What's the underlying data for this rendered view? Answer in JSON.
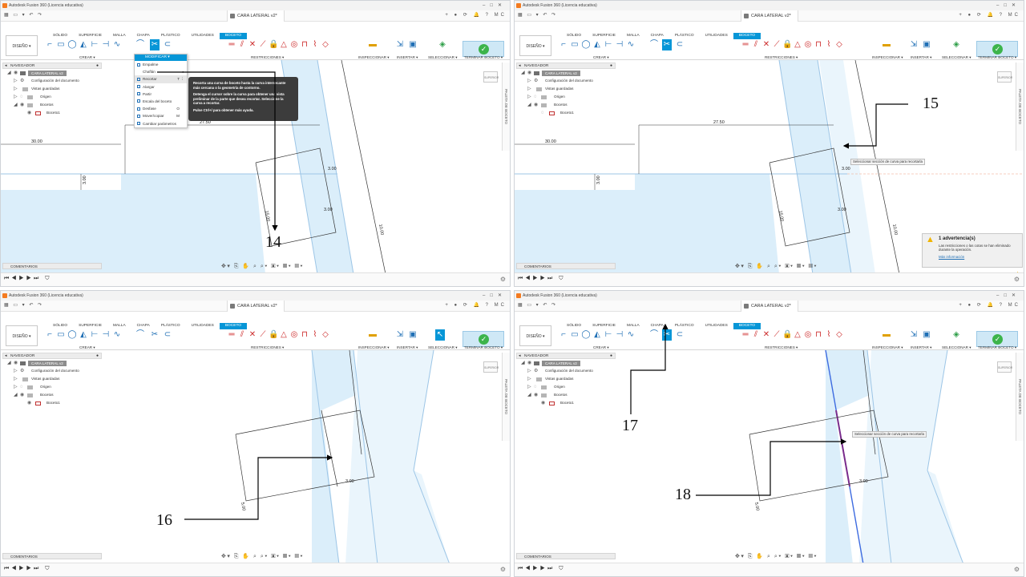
{
  "app": {
    "window_title": "Autodesk Fusion 360 (Licencia educativa)",
    "document_tab": "CARA LATERAL v2*",
    "workspace_button": "DISEÑO ▾",
    "ribbon_tabs": [
      "SÓLIDO",
      "SUPERFICIE",
      "MALLA",
      "CHAPA",
      "PLÁSTICO",
      "UTILIDADES",
      "BOCETO"
    ],
    "active_tab": "BOCETO",
    "group_labels": {
      "crear": "CREAR ▾",
      "restricciones": "RESTRICCIONES ▾",
      "inspeccionar": "INSPECCIONAR ▾",
      "insertar": "INSERTAR ▾",
      "seleccionar": "SELECCIONAR ▾",
      "terminar": "TERMINAR BOCETO ▾"
    },
    "user_initials": "MC"
  },
  "navigator": {
    "title": "NAVEGADOR",
    "root": "CARA LATERAL v2",
    "items": [
      "Configuración del documento",
      "Vistas guardadas",
      "Origen",
      "Bocetos",
      "Boceto1"
    ]
  },
  "comments_label": "COMENTARIOS",
  "paleta_label": "PALETA DE BOCETO",
  "viewcube_label": "SUPERIOR",
  "modify_menu": {
    "header": "MODIFICAR ▾",
    "items": [
      "Empalme",
      "Chaflán",
      "Recortar",
      "Alargar",
      "Partir",
      "Escala del boceto",
      "Desfase",
      "Mover/copiar",
      "Cambiar parámetros"
    ],
    "shortcuts": [
      "T",
      "O",
      "M"
    ],
    "highlighted": "Recortar"
  },
  "tooltip": {
    "p1": "Recorta una curva de boceto hasta la curva intersecante más cercana o la geometría de contorno.",
    "p2": "Detenga el cursor sobre la curva para obtener una vista preliminar de la parte que desea recortar. Seleccione la curva a recortar.",
    "p3": "Pulse Ctrl+/ para obtener más ayuda."
  },
  "hints": {
    "trim_section": "Seleccionar sección de curva para recortarla"
  },
  "warning": {
    "title": "1 advertencia(s)",
    "message": "Las restricciones o las cotas se han eliminado durante la operación.",
    "link": "Más información"
  },
  "dimensions": {
    "d30": "30.00",
    "d2750": "27.50",
    "d300": "3.00",
    "d1500": "15.00",
    "d1000": "10.00",
    "d500": "5.00"
  },
  "steps": [
    "14",
    "15",
    "16",
    "17",
    "18"
  ],
  "colors": {
    "accent": "#0696d7",
    "sketch_region": "#dbeefa",
    "finish_green": "#3cb44b",
    "selected_curve": "#7a2c8c",
    "sketch_line_blue": "#3d6be0"
  }
}
